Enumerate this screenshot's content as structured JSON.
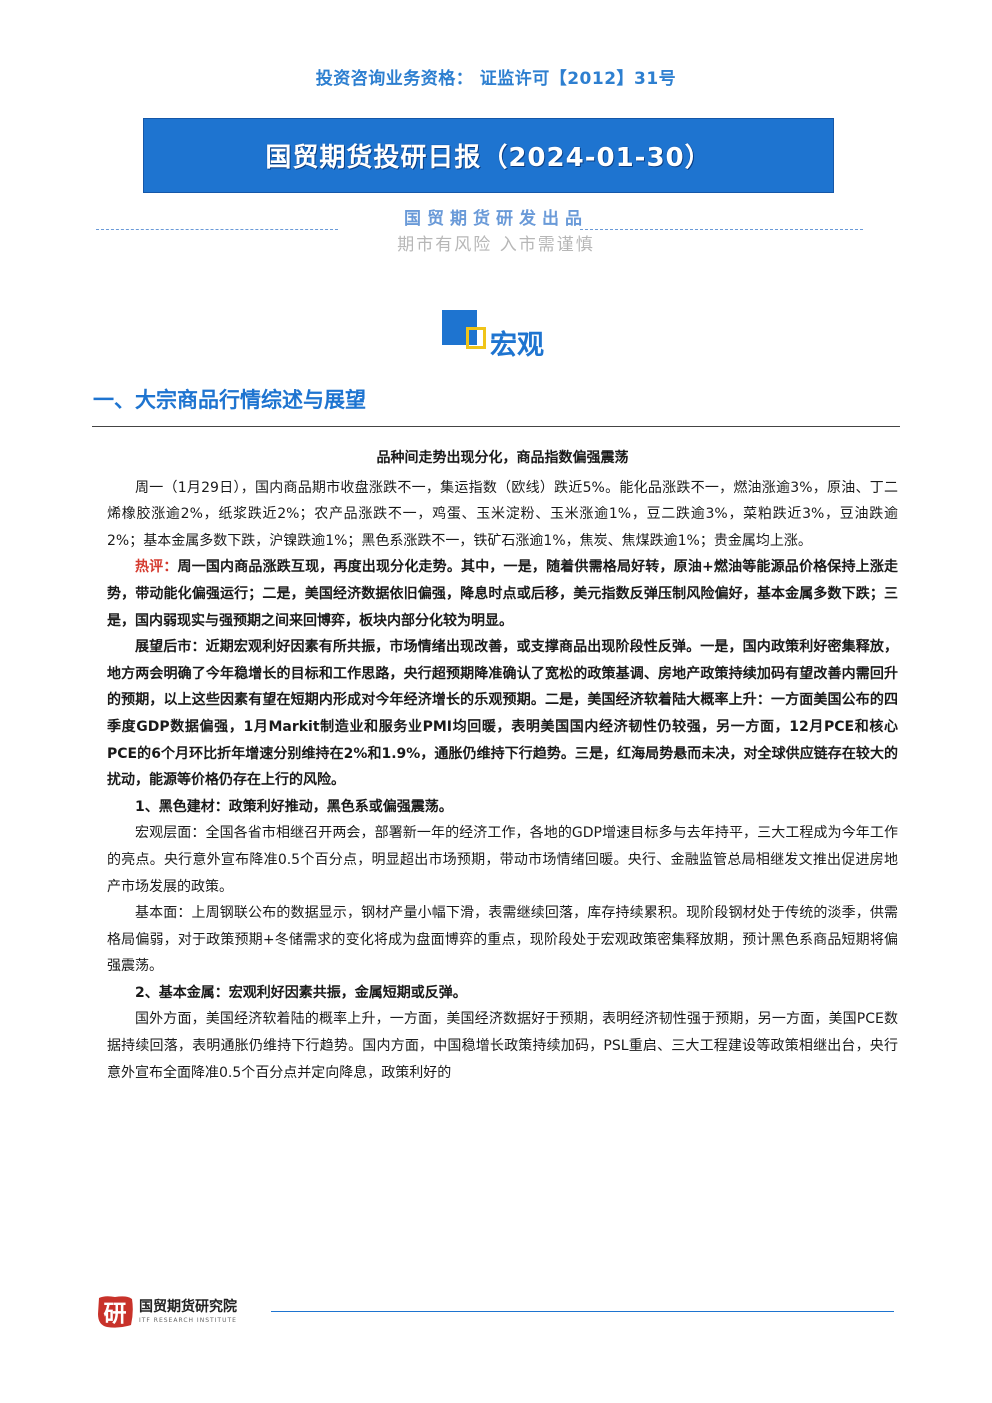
{
  "header": {
    "qualification": "投资咨询业务资格：  证监许可【2012】31号",
    "title": "国贸期货投研日报（2024-01-30）",
    "publisher": "国贸期货研发出品",
    "risk_warning": "期市有风险  入市需谨慎"
  },
  "section": {
    "category": "宏观",
    "heading": "一、大宗商品行情综述与展望"
  },
  "article": {
    "subtitle": "品种间走势出现分化，商品指数偏强震荡",
    "p1": "周一（1月29日），国内商品期市收盘涨跌不一，集运指数（欧线）跌近5%。能化品涨跌不一，燃油涨逾3%，原油、丁二烯橡胶涨逾2%，纸浆跌近2%；农产品涨跌不一，鸡蛋、玉米淀粉、玉米涨逾1%，豆二跌逾3%，菜粕跌近3%，豆油跌逾2%；基本金属多数下跌，沪镍跌逾1%；黑色系涨跌不一，铁矿石涨逾1%，焦炭、焦煤跌逾1%；贵金属均上涨。",
    "hot_label": "热评：",
    "hot_text": "周一国内商品涨跌互现，再度出现分化走势。其中，一是，随着供需格局好转，原油+燃油等能源品价格保持上涨走势，带动能化偏强运行；二是，美国经济数据依旧偏强，降息时点或后移，美元指数反弹压制风险偏好，基本金属多数下跌；三是，国内弱现实与强预期之间来回博弈，板块内部分化较为明显。",
    "outlook": "展望后市：近期宏观利好因素有所共振，市场情绪出现改善，或支撑商品出现阶段性反弹。一是，国内政策利好密集释放，地方两会明确了今年稳增长的目标和工作思路，央行超预期降准确认了宽松的政策基调、房地产政策持续加码有望改善内需回升的预期，以上这些因素有望在短期内形成对今年经济增长的乐观预期。二是，美国经济软着陆大概率上升：一方面美国公布的四季度GDP数据偏强，1月Markit制造业和服务业PMI均回暖，表明美国国内经济韧性仍较强，另一方面，12月PCE和核心PCE的6个月环比折年增速分别维持在2%和1.9%，通胀仍维持下行趋势。三是，红海局势悬而未决，对全球供应链存在较大的扰动，能源等价格仍存在上行的风险。",
    "h1": "1、黑色建材：政策利好推动，黑色系或偏强震荡。",
    "black_macro": "宏观层面：全国各省市相继召开两会，部署新一年的经济工作，各地的GDP增速目标多与去年持平，三大工程成为今年工作的亮点。央行意外宣布降准0.5个百分点，明显超出市场预期，带动市场情绪回暖。央行、金融监管总局相继发文推出促进房地产市场发展的政策。",
    "black_fund": "基本面：上周钢联公布的数据显示，钢材产量小幅下滑，表需继续回落，库存持续累积。现阶段钢材处于传统的淡季，供需格局偏弱，对于政策预期+冬储需求的变化将成为盘面博弈的重点，现阶段处于宏观政策密集释放期，预计黑色系商品短期将偏强震荡。",
    "h2": "2、基本金属：宏观利好因素共振，金属短期或反弹。",
    "metal_p": "国外方面，美国经济软着陆的概率上升，一方面，美国经济数据好于预期，表明经济韧性强于预期，另一方面，美国PCE数据持续回落，表明通胀仍维持下行趋势。国内方面，中国稳增长政策持续加码，PSL重启、三大工程建设等政策相继出台，央行意外宣布全面降准0.5个百分点并定向降息，政策利好的"
  },
  "footer": {
    "logo_char": "研",
    "name": "国贸期货研究院",
    "sub": "ITF RESEARCH INSTITUTE"
  },
  "colors": {
    "brand_blue": "#1e74d0",
    "hot_red": "#d53b2f",
    "logo_red": "#c8322a"
  }
}
